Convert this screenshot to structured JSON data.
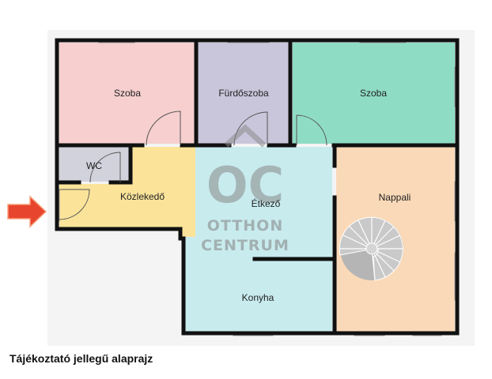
{
  "rooms": {
    "szoba_left": "Szoba",
    "furdoszoba": "Fürdőszoba",
    "szoba_right": "Szoba",
    "wc": "WC",
    "kozlekedo": "Közlekedő",
    "etkezo": "Étkező",
    "nappali": "Nappali",
    "konyha": "Konyha"
  },
  "watermark": {
    "logo": "OC",
    "line1": "OTTHON",
    "line2": "CENTRUM"
  },
  "caption": "Tájékoztató jellegű alaprajz",
  "colors": {
    "szoba_left": "#f7cfcf",
    "furdoszoba": "#c9c6db",
    "szoba_right": "#8fdcc5",
    "wc": "#d2d2dd",
    "kozlekedo": "#fbe49a",
    "etkezo": "#c8ebee",
    "konyha": "#c8ebee",
    "nappali": "#fad9b8",
    "wall": "#111111",
    "arrow": "#e8452f"
  }
}
